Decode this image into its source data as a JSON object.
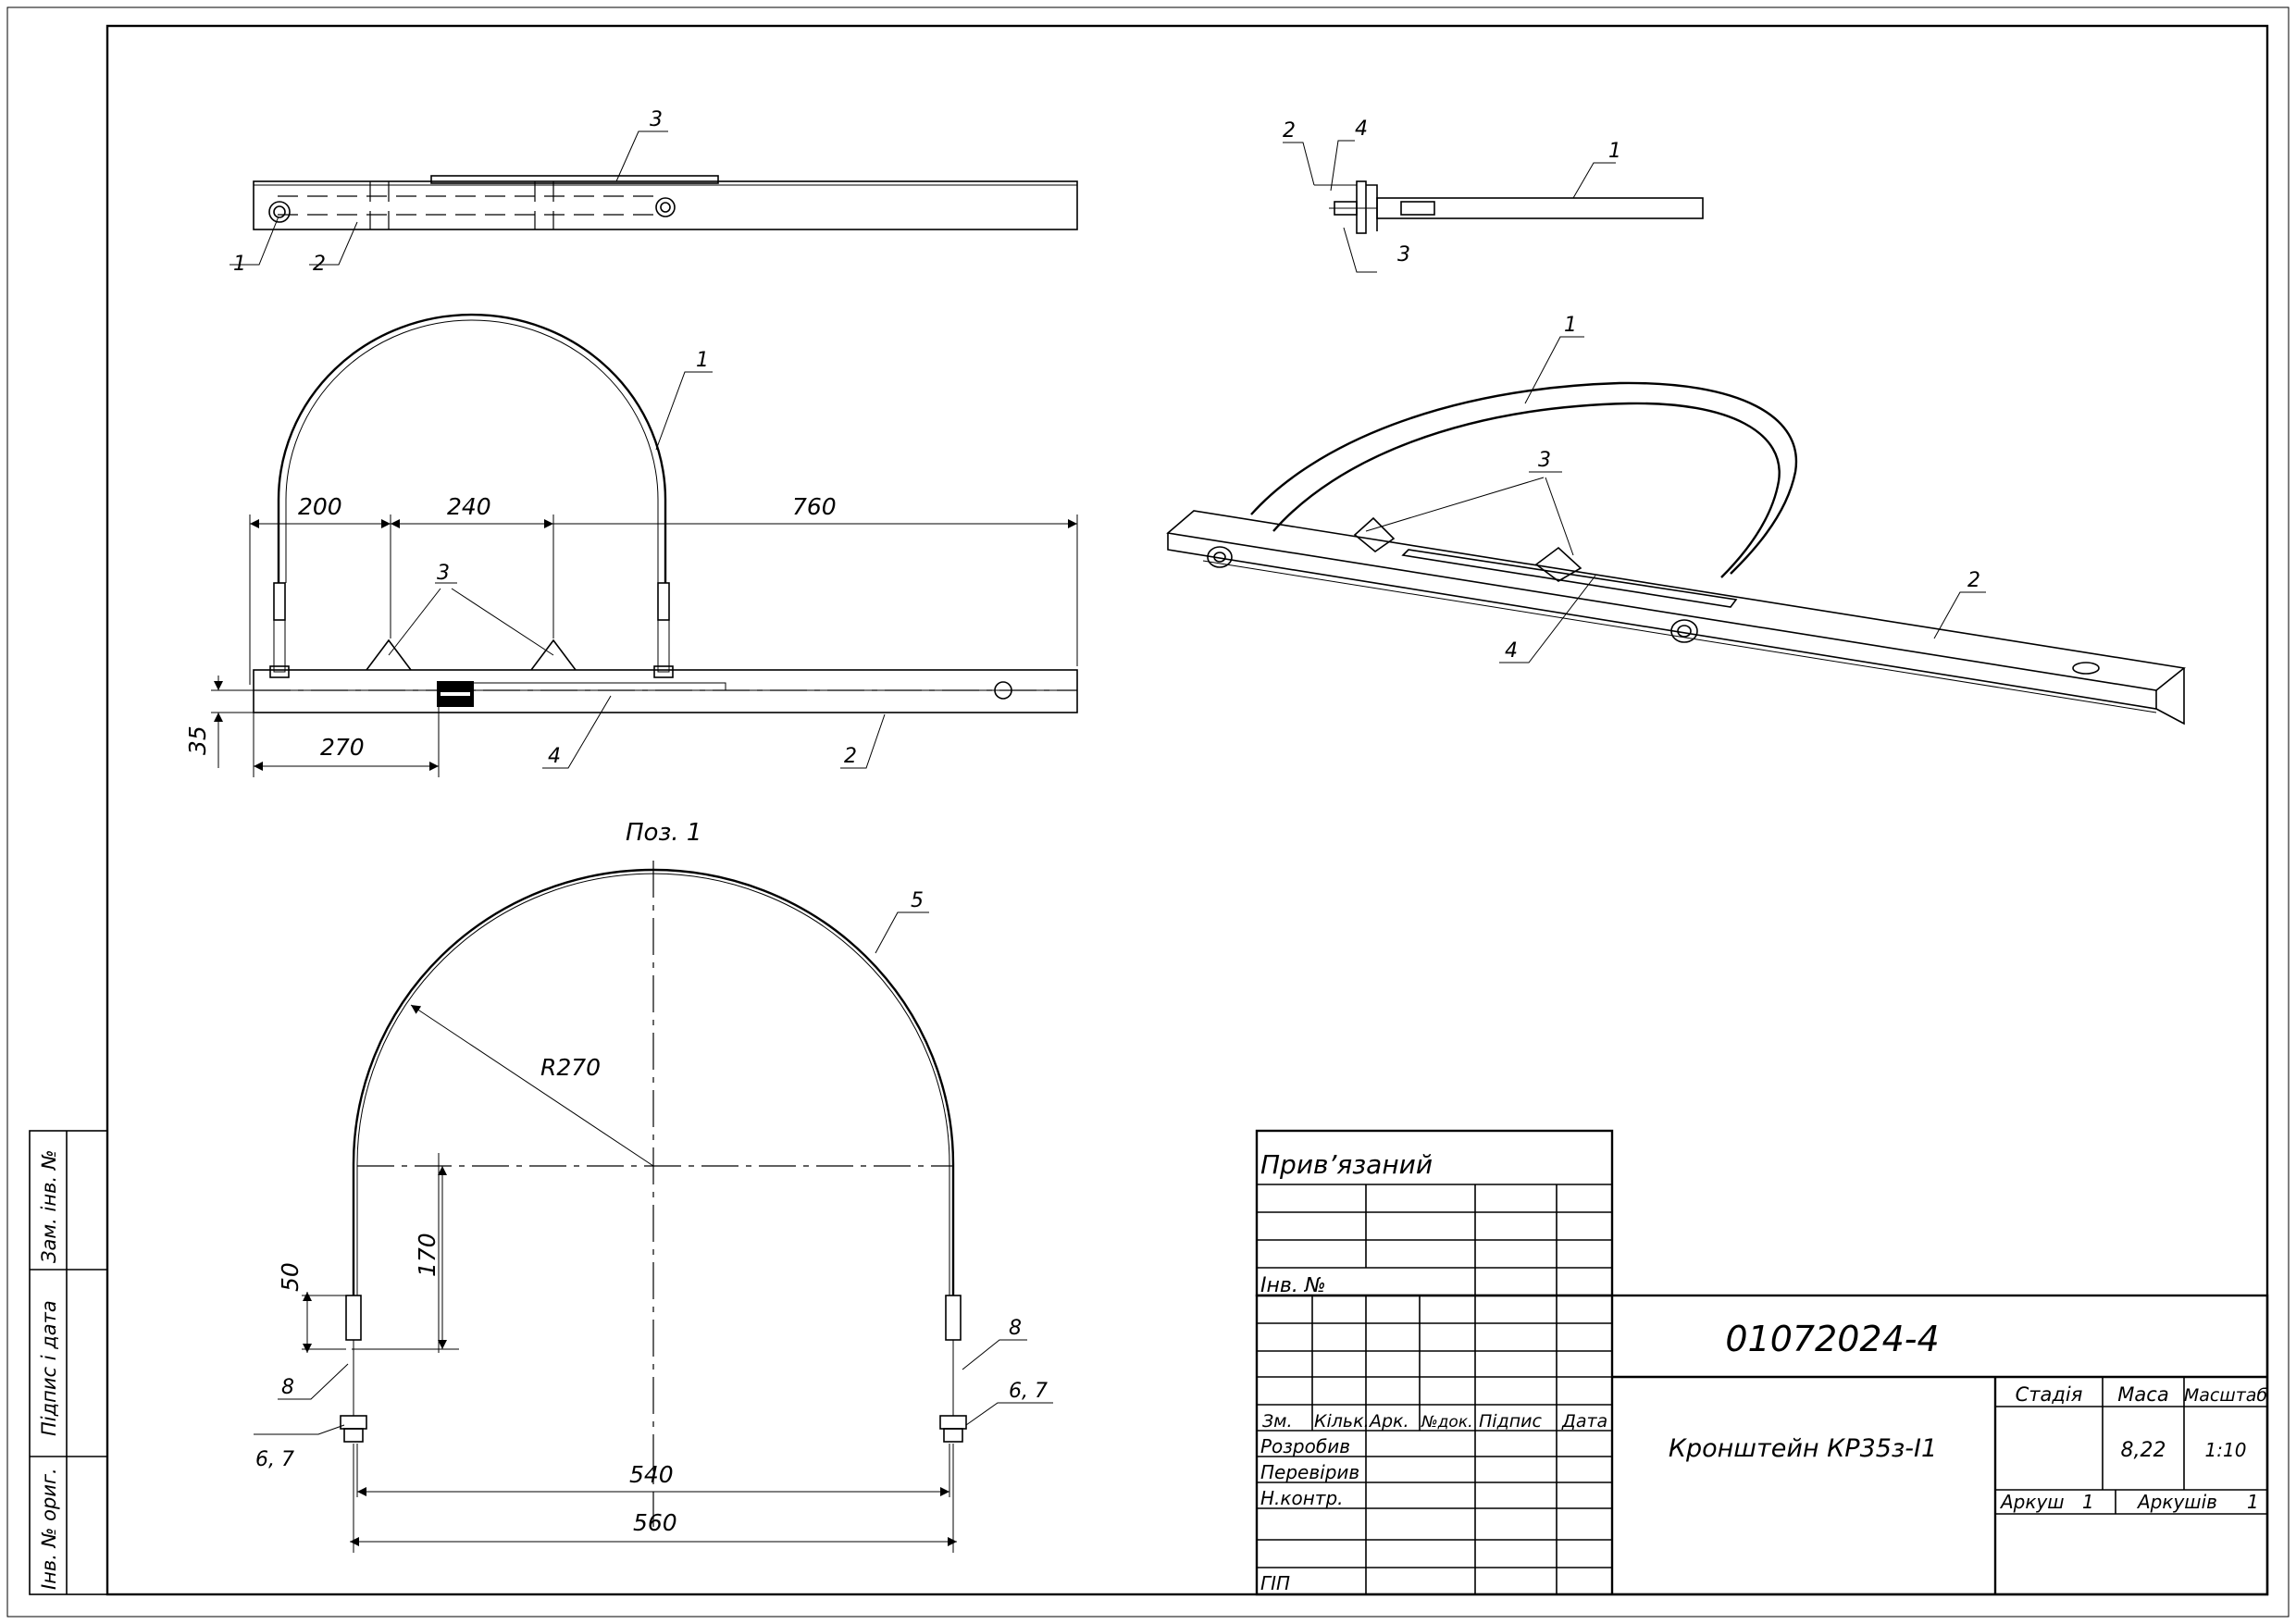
{
  "side_stamp": {
    "labels": [
      "Зам. інв. №",
      "Підпис і дата",
      "Інв. № ориг."
    ]
  },
  "top_view": {
    "positions": [
      "3",
      "1",
      "2"
    ]
  },
  "front_view": {
    "dims": [
      "200",
      "240",
      "760",
      "35",
      "270"
    ],
    "positions": [
      "1",
      "3",
      "4",
      "2"
    ]
  },
  "side_view": {
    "positions": [
      "2",
      "4",
      "1",
      "3"
    ]
  },
  "iso_view": {
    "positions": [
      "1",
      "3",
      "2",
      "4"
    ]
  },
  "detail": {
    "title": "Поз. 1",
    "radius": "R270",
    "dims": [
      "170",
      "50",
      "540",
      "560"
    ],
    "positions": [
      "5",
      "8",
      "6, 7",
      "8",
      "6, 7"
    ]
  },
  "title_block": {
    "linked_label": "Прив’язаний",
    "inv_label": "Інв. №",
    "doc_number": "01072024-4",
    "product_name": "Кронштейн КР35з-І1",
    "columns": [
      "Зм.",
      "Кільк.",
      "Арк.",
      "№док.",
      "Підпис",
      "Дата"
    ],
    "roles": [
      "Розробив",
      "Перевірив",
      "Н.контр.",
      "ГІП"
    ],
    "stage_label": "Стадія",
    "mass_label": "Маса",
    "scale_label": "Масштаб",
    "mass": "8,22",
    "scale": "1:10",
    "sheet_label": "Аркуш",
    "sheet": "1",
    "sheets_label": "Аркушів",
    "sheets": "1"
  }
}
